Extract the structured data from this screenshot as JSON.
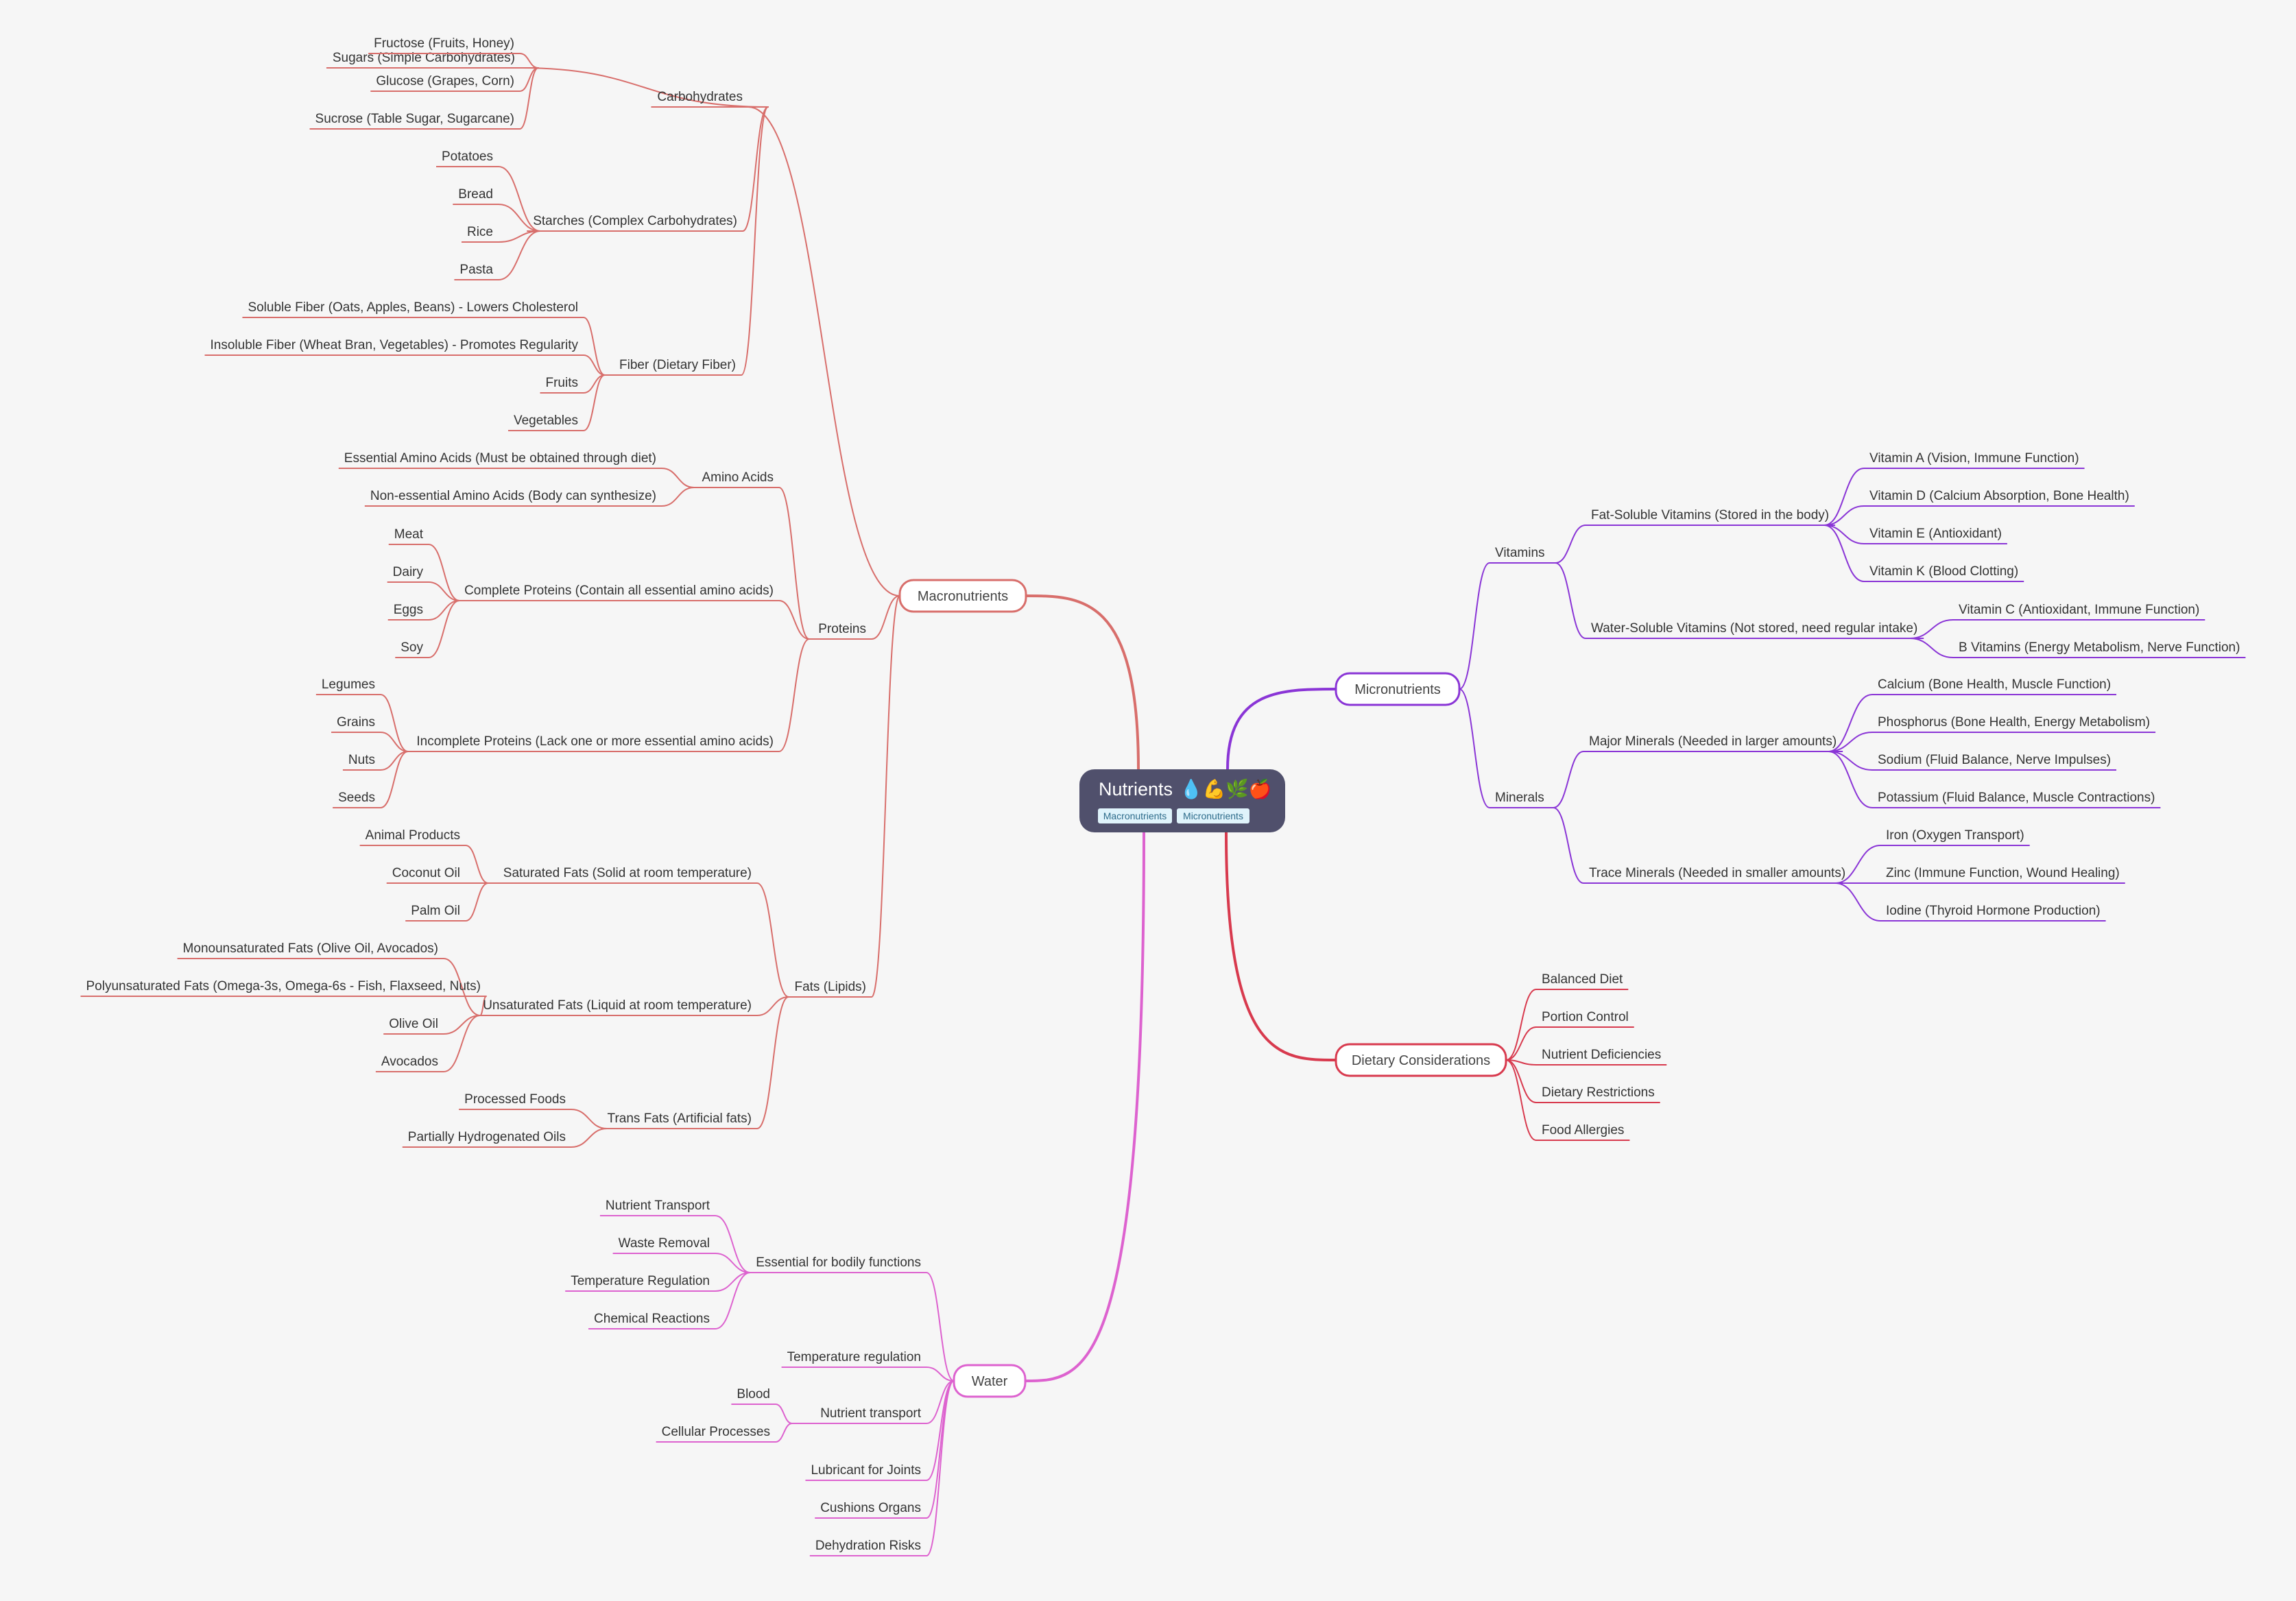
{
  "root": {
    "title": "Nutrients",
    "emojis": "💧💪🌿🍎",
    "tags": [
      "Macronutrients",
      "Micronutrients"
    ]
  },
  "colors": {
    "background": "#f6f6f6",
    "root_fill": "#50506c",
    "macro": "#d86e6b",
    "micro": "#8a35d6",
    "dietary": "#d83a4e",
    "water": "#dd62cf",
    "tag_fill": "#dff3fb"
  },
  "branches": [
    {
      "key": "macro",
      "label": "Macronutrients",
      "children": [
        {
          "label": "Carbohydrates",
          "children": [
            {
              "label": "Sugars (Simple Carbohydrates)",
              "children": [
                {
                  "label": "Fructose (Fruits, Honey)"
                },
                {
                  "label": "Glucose (Grapes, Corn)"
                },
                {
                  "label": "Sucrose (Table Sugar, Sugarcane)"
                }
              ]
            },
            {
              "label": "Starches (Complex Carbohydrates)",
              "children": [
                {
                  "label": "Potatoes"
                },
                {
                  "label": "Bread"
                },
                {
                  "label": "Rice"
                },
                {
                  "label": "Pasta"
                }
              ]
            },
            {
              "label": "Fiber (Dietary Fiber)",
              "children": [
                {
                  "label": "Soluble Fiber (Oats, Apples, Beans) - Lowers Cholesterol"
                },
                {
                  "label": "Insoluble Fiber (Wheat Bran, Vegetables) - Promotes Regularity"
                },
                {
                  "label": "Fruits"
                },
                {
                  "label": "Vegetables"
                }
              ]
            }
          ]
        },
        {
          "label": "Proteins",
          "children": [
            {
              "label": "Amino Acids",
              "children": [
                {
                  "label": "Essential Amino Acids (Must be obtained through diet)"
                },
                {
                  "label": "Non-essential Amino Acids (Body can synthesize)"
                }
              ]
            },
            {
              "label": "Complete Proteins (Contain all essential amino acids)",
              "children": [
                {
                  "label": "Meat"
                },
                {
                  "label": "Dairy"
                },
                {
                  "label": "Eggs"
                },
                {
                  "label": "Soy"
                }
              ]
            },
            {
              "label": "Incomplete Proteins (Lack one or more essential amino acids)",
              "children": [
                {
                  "label": "Legumes"
                },
                {
                  "label": "Grains"
                },
                {
                  "label": "Nuts"
                },
                {
                  "label": "Seeds"
                }
              ]
            }
          ]
        },
        {
          "label": "Fats (Lipids)",
          "children": [
            {
              "label": "Saturated Fats (Solid at room temperature)",
              "children": [
                {
                  "label": "Animal Products"
                },
                {
                  "label": "Coconut Oil"
                },
                {
                  "label": "Palm Oil"
                }
              ]
            },
            {
              "label": "Unsaturated Fats (Liquid at room temperature)",
              "children": [
                {
                  "label": "Monounsaturated Fats (Olive Oil, Avocados)"
                },
                {
                  "label": "Polyunsaturated Fats (Omega-3s, Omega-6s - Fish, Flaxseed, Nuts)"
                },
                {
                  "label": "Olive Oil"
                },
                {
                  "label": "Avocados"
                }
              ]
            },
            {
              "label": "Trans Fats (Artificial fats)",
              "children": [
                {
                  "label": "Processed Foods"
                },
                {
                  "label": "Partially Hydrogenated Oils"
                }
              ]
            }
          ]
        }
      ]
    },
    {
      "key": "micro",
      "label": "Micronutrients",
      "children": [
        {
          "label": "Vitamins",
          "children": [
            {
              "label": "Fat-Soluble Vitamins (Stored in the body)",
              "children": [
                {
                  "label": "Vitamin A (Vision, Immune Function)"
                },
                {
                  "label": "Vitamin D (Calcium Absorption, Bone Health)"
                },
                {
                  "label": "Vitamin E (Antioxidant)"
                },
                {
                  "label": "Vitamin K (Blood Clotting)"
                }
              ]
            },
            {
              "label": "Water-Soluble Vitamins (Not stored, need regular intake)",
              "children": [
                {
                  "label": "Vitamin C (Antioxidant, Immune Function)"
                },
                {
                  "label": "B Vitamins (Energy Metabolism, Nerve Function)"
                }
              ]
            }
          ]
        },
        {
          "label": "Minerals",
          "children": [
            {
              "label": "Major Minerals (Needed in larger amounts)",
              "children": [
                {
                  "label": "Calcium (Bone Health, Muscle Function)"
                },
                {
                  "label": "Phosphorus (Bone Health, Energy Metabolism)"
                },
                {
                  "label": "Sodium (Fluid Balance, Nerve Impulses)"
                },
                {
                  "label": "Potassium (Fluid Balance, Muscle Contractions)"
                }
              ]
            },
            {
              "label": "Trace Minerals (Needed in smaller amounts)",
              "children": [
                {
                  "label": "Iron (Oxygen Transport)"
                },
                {
                  "label": "Zinc (Immune Function, Wound Healing)"
                },
                {
                  "label": "Iodine (Thyroid Hormone Production)"
                }
              ]
            }
          ]
        }
      ]
    },
    {
      "key": "dietary",
      "label": "Dietary Considerations",
      "children": [
        {
          "label": "Balanced Diet"
        },
        {
          "label": "Portion Control"
        },
        {
          "label": "Nutrient Deficiencies"
        },
        {
          "label": "Dietary Restrictions"
        },
        {
          "label": "Food Allergies"
        }
      ]
    },
    {
      "key": "water",
      "label": "Water",
      "children": [
        {
          "label": "Essential for bodily functions",
          "children": [
            {
              "label": "Nutrient Transport"
            },
            {
              "label": "Waste Removal"
            },
            {
              "label": "Temperature Regulation"
            },
            {
              "label": "Chemical Reactions"
            }
          ]
        },
        {
          "label": "Temperature regulation"
        },
        {
          "label": "Nutrient transport",
          "children": [
            {
              "label": "Blood"
            },
            {
              "label": "Cellular Processes"
            }
          ]
        },
        {
          "label": "Lubricant for Joints"
        },
        {
          "label": "Cushions Organs"
        },
        {
          "label": "Dehydration Risks"
        }
      ]
    }
  ]
}
